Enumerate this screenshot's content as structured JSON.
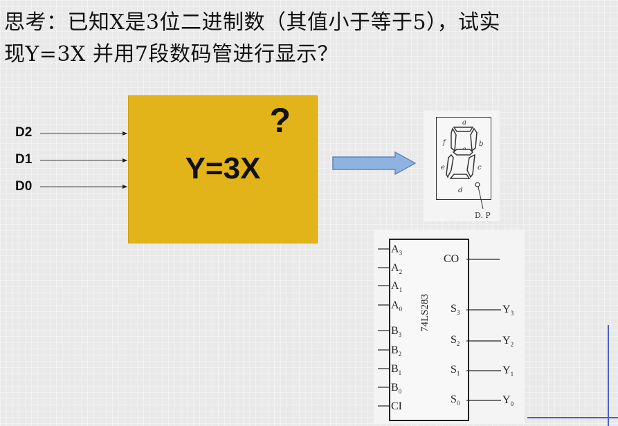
{
  "question": {
    "line1": "思考：已知X是3位二进制数（其值小于等于5），试实",
    "line2": "现Y=3X 并用7段数码管进行显示？"
  },
  "inputs": [
    "D2",
    "D1",
    "D0"
  ],
  "block": {
    "equation": "Y=3X",
    "mark": "?"
  },
  "seven_segment": {
    "segments": [
      "a",
      "b",
      "c",
      "d",
      "e",
      "f",
      "g"
    ],
    "dp_label": "D. P"
  },
  "adder": {
    "name": "74LS283",
    "left_pins": [
      {
        "base": "A",
        "sub": "3"
      },
      {
        "base": "A",
        "sub": "2"
      },
      {
        "base": "A",
        "sub": "1"
      },
      {
        "base": "A",
        "sub": "0"
      },
      {
        "base": "B",
        "sub": "3"
      },
      {
        "base": "B",
        "sub": "2"
      },
      {
        "base": "B",
        "sub": "1"
      },
      {
        "base": "B",
        "sub": "0"
      },
      {
        "base": "CI",
        "sub": ""
      }
    ],
    "right_pins": [
      {
        "base": "CO",
        "sub": ""
      },
      {
        "base": "S",
        "sub": "3"
      },
      {
        "base": "S",
        "sub": "2"
      },
      {
        "base": "S",
        "sub": "1"
      },
      {
        "base": "S",
        "sub": "0"
      }
    ],
    "outputs": [
      {
        "base": "Y",
        "sub": "3"
      },
      {
        "base": "Y",
        "sub": "2"
      },
      {
        "base": "Y",
        "sub": "1"
      },
      {
        "base": "Y",
        "sub": "0"
      }
    ]
  },
  "colors": {
    "block": "#e3b419",
    "arrow": "#8fb3e0",
    "frame_line": "#4a5fd0"
  }
}
